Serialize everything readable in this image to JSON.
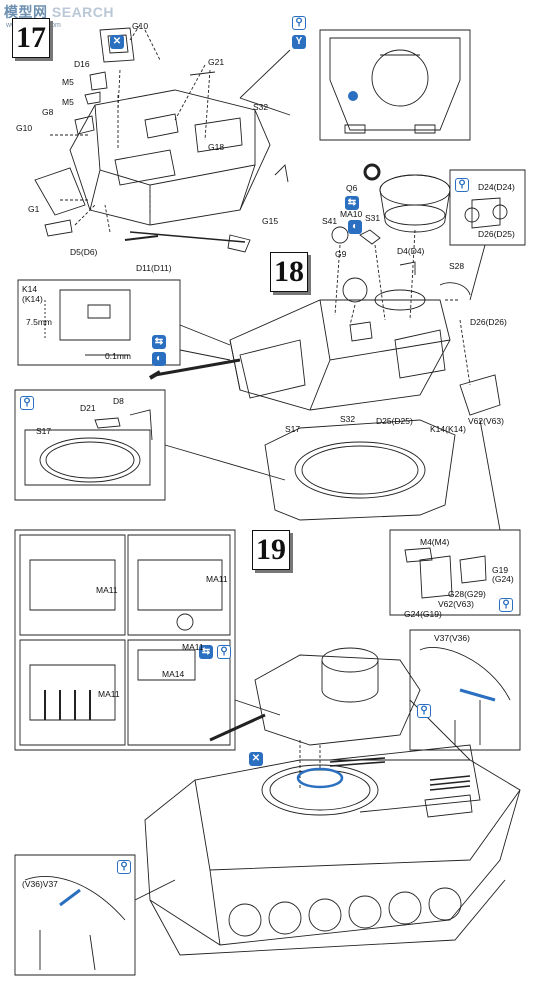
{
  "watermark": {
    "brand": "模型网",
    "suffix": "SEARCH",
    "sub": "www.hmodel.com"
  },
  "steps": {
    "s17": "17",
    "s18": "18",
    "s19": "19"
  },
  "labels": {
    "g10_top": "G10",
    "d16": "D16",
    "m5_a": "M5",
    "m5_b": "M5",
    "g21": "G21",
    "s32_top": "S32",
    "g8": "G8",
    "g10_left": "G10",
    "g18": "G18",
    "g1": "G1",
    "d5d6": "D5(D6)",
    "g15": "G15",
    "d11d11": "D11(D11)",
    "q6": "Q6",
    "s41": "S41",
    "ma10": "MA10",
    "s31": "S31",
    "g9": "G9",
    "d4d4": "D4(D4)",
    "d24d24": "D24(D24)",
    "d26d25": "D26(D25)",
    "s28": "S28",
    "d26d26": "D26(D26)",
    "k14": "K14",
    "k14_sub": "(K14)",
    "dim_75": "7.5mm",
    "dim_01": "0.1mm",
    "d21": "D21",
    "d8": "D8",
    "s17_left": "S17",
    "s17_right": "S17",
    "s32_mid": "S32",
    "d25d25": "D25(D25)",
    "k14k14": "K14(K14)",
    "v62v63": "V62(V63)",
    "m4m4": "M4(M4)",
    "g19g24": "G19\n(G24)",
    "g28g29": "G28(G29)",
    "v62v63_b": "V62(V63)",
    "g24g19": "G24(G19)",
    "ma11_a": "MA11",
    "ma11_b": "MA11",
    "ma11_c": "MA11",
    "ma11_d": "MA11",
    "ma14": "MA14",
    "v37v36": "V37(V36)",
    "v36v37": "(V36)V37"
  },
  "icons": [
    "glue-icon",
    "cement-icon",
    "option-icon",
    "turn-icon"
  ]
}
